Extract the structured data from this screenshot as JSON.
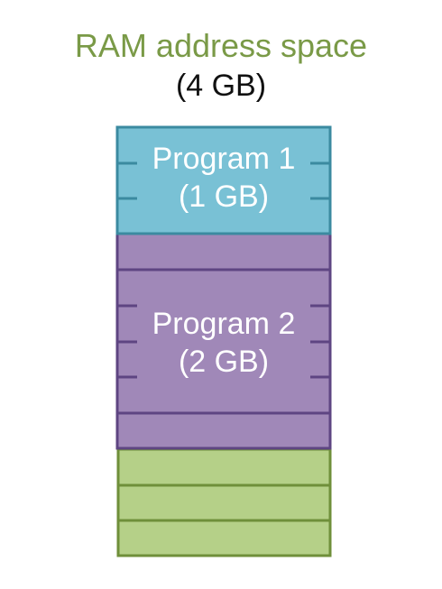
{
  "title": "RAM address space",
  "subtitle": "(4 GB)",
  "blocks": [
    {
      "name": "Program 1",
      "size": "(1 GB)",
      "fill": "#79c1d5",
      "stroke": "#3b8aa0"
    },
    {
      "name": "Program 2",
      "size": "(2 GB)",
      "fill": "#a088b8",
      "stroke": "#5e4582"
    }
  ],
  "free_space": {
    "fill": "#b5d088",
    "stroke": "#6f8f3a"
  }
}
